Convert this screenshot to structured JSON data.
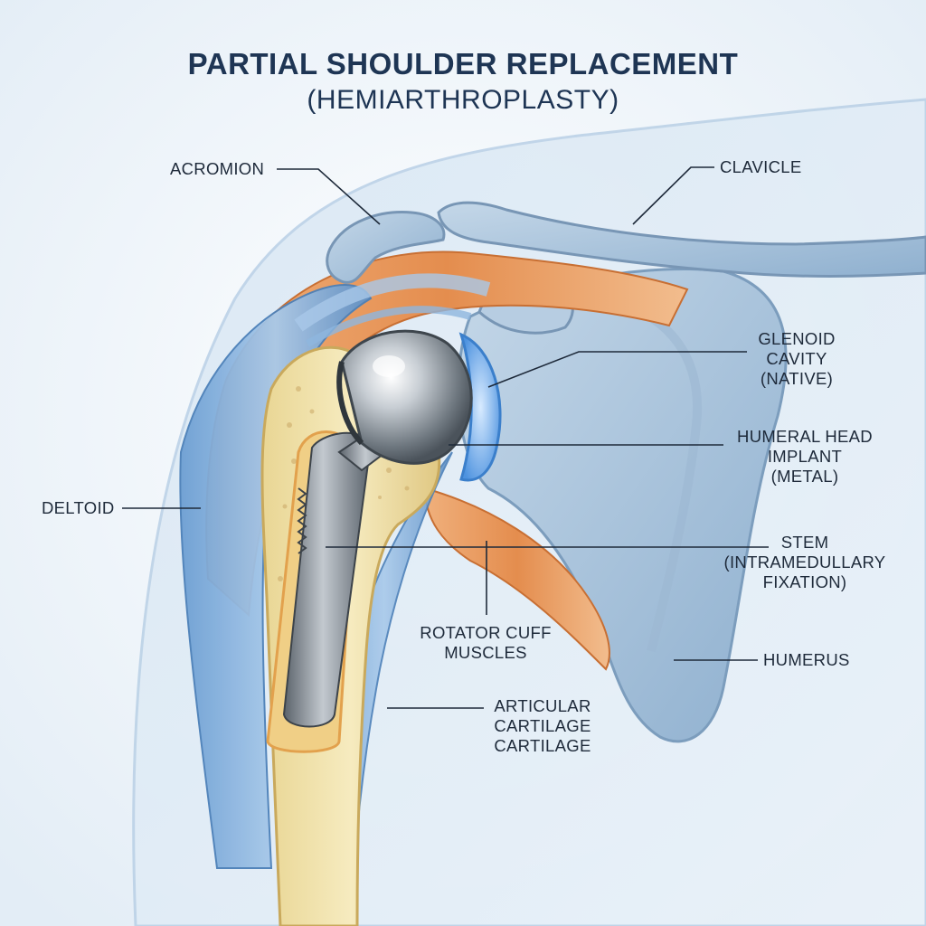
{
  "title": "PARTIAL SHOULDER REPLACEMENT",
  "subtitle": "(HEMIARTHROPLASTY)",
  "labels": {
    "acromion": "ACROMION",
    "clavicle": "CLAVICLE",
    "glenoid": [
      "GLENOID",
      "CAVITY",
      "(NATIVE)"
    ],
    "humeral_head": [
      "HUMERAL HEAD",
      "IMPLANT",
      "(METAL)"
    ],
    "deltoid": "DELTOID",
    "stem": [
      "STEM",
      "(INTRAMEDULLARY",
      "FIXATION)"
    ],
    "rotator_cuff": [
      "ROTATOR CUFF",
      "MUSCLES"
    ],
    "humerus": "HUMERUS",
    "cartilage": [
      "ARTICULAR",
      "CARTILAGE",
      "CARTILAGE"
    ]
  },
  "colors": {
    "background": "#eef4fa",
    "title": "#1e3554",
    "bone": "#a9c3da",
    "muscle": "#e89a5c",
    "tendon": "#8fb6de",
    "implant": "#8e969e",
    "marrow": "#e7c98a",
    "leader": "#1e2a3a"
  }
}
